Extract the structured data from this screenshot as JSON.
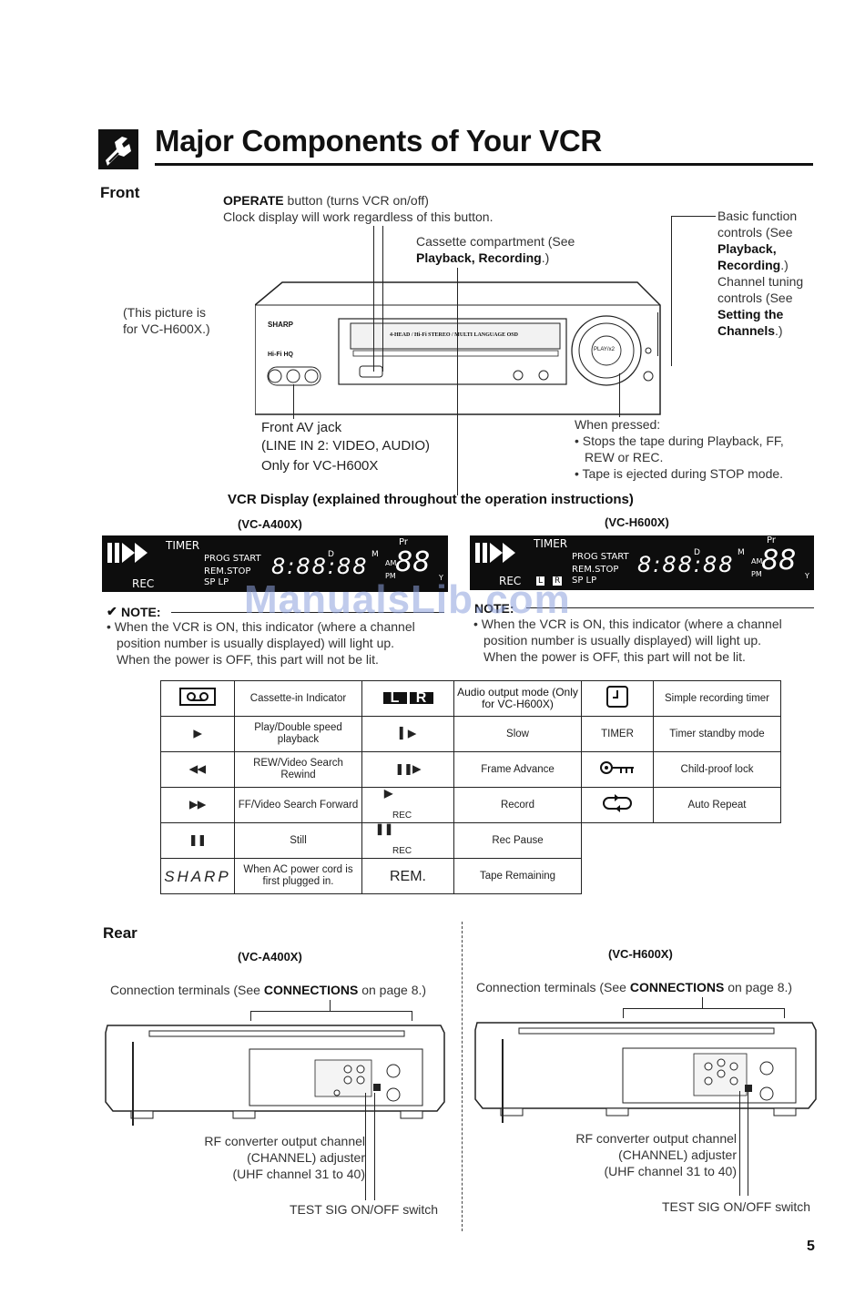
{
  "header": {
    "title": "Major Components of Your VCR",
    "icon": "wrench-hand-icon"
  },
  "front": {
    "heading": "Front",
    "operate_label": "OPERATE",
    "operate_desc": " button (turns VCR on/off)",
    "operate_desc2": "Clock display will work regardless of this button.",
    "cassette_line1": "Cassette compartment (See",
    "cassette_line2_bold": "Playback, Recording",
    "cassette_line2_end": ".)",
    "basic_line1": "Basic function",
    "basic_line2": "controls (See",
    "basic_bold1": "Playback,",
    "basic_bold2": "Recording",
    "basic_bold2_end": ".)",
    "channel_line1": "Channel tuning",
    "channel_line2": "controls (See",
    "channel_bold1": "Setting the",
    "channel_bold2": "Channels",
    "channel_bold2_end": ".)",
    "picture_note1": "(This picture is",
    "picture_note2": "for VC-H600X.)",
    "av_line1": "Front AV jack",
    "av_line2": "(LINE IN 2: VIDEO, AUDIO)",
    "av_line3": "Only for VC-H600X",
    "pressed_line1": "When pressed:",
    "pressed_line2": "Stops the tape during Playback, FF,",
    "pressed_line3": "REW or REC.",
    "pressed_line4": "Tape is ejected during STOP mode.",
    "vcr_brand": "SHARP",
    "vcr_strip": "4-HEAD / Hi-Fi STEREO / MULTI LANGUAGE OSD",
    "vcr_logo": "Hi-Fi HQ",
    "vcr_play": "PLAY/x2"
  },
  "display": {
    "heading": "VCR Display (explained throughout the operation instructions)",
    "model_a": "(VC-A400X)",
    "model_h": "(VC-H600X)",
    "lcd_timer": "TIMER",
    "lcd_prog": "PROG START",
    "lcd_rem": "REM.STOP",
    "lcd_splp": "SP LP",
    "lcd_rec": "REC",
    "lcd_pr": "Pr",
    "lcd_d": "D",
    "lcd_m": "M",
    "lcd_am": "AM",
    "lcd_pm": "PM",
    "lcd_y": "Y",
    "lcd_l": "L",
    "lcd_r": "R",
    "note_label": "NOTE:",
    "note_label_right": "NOTE:",
    "note_line1": "When the VCR is ON, this indicator (where a channel",
    "note_line2": "position number is usually displayed) will light up.",
    "note_line3": "When the power is OFF, this part will not be lit.",
    "watermark": "ManualsLib.com"
  },
  "legend": {
    "rows": [
      {
        "c1": "Cassette-in Indicator",
        "c2": "Audio output mode (Only for VC-H600X)",
        "c3": "Simple recording timer"
      },
      {
        "c1": "Play/Double speed playback",
        "c2": "Slow",
        "c3": "Timer standby mode",
        "s3": "TIMER"
      },
      {
        "c1": "REW/Video Search Rewind",
        "c2": "Frame Advance",
        "c3": "Child-proof lock"
      },
      {
        "c1": "FF/Video Search Forward",
        "c2": "Record",
        "c3": "Auto Repeat",
        "s2_sub": "REC"
      },
      {
        "c1": "Still",
        "c2": "Rec Pause",
        "s2_sub": "REC"
      },
      {
        "c1": "When AC power cord is first plugged in.",
        "c2": "Tape Remaining",
        "s1": "SHARP",
        "s2": "REM."
      }
    ]
  },
  "rear": {
    "heading": "Rear",
    "model_a": "(VC-A400X)",
    "model_h": "(VC-H600X)",
    "conn_pre": "Connection terminals (See ",
    "conn_bold": "CONNECTIONS",
    "conn_post": " on page 8.)",
    "rf_line1": "RF converter output channel",
    "rf_line2": "(CHANNEL) adjuster",
    "rf_line3": "(UHF channel 31 to 40)",
    "test_sig": "TEST SIG ON/OFF switch"
  },
  "page_number": "5"
}
